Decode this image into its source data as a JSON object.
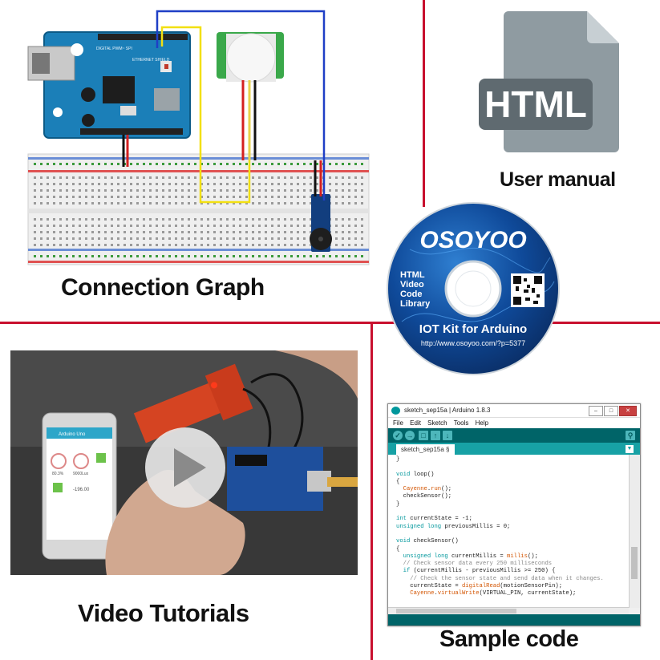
{
  "captions": {
    "connection": "Connection Graph",
    "manual": "User manual",
    "video": "Video Tutorials",
    "sample": "Sample code"
  },
  "html_icon": {
    "label": "HTML"
  },
  "board": {
    "top_text": "DIGITAL PWM~ SPI",
    "shield_label": "ETHERNET SHIELD"
  },
  "cd": {
    "brand": "OSOYOO",
    "tags": [
      "HTML",
      "Video",
      "Code",
      "Library"
    ],
    "product": "IOT Kit for Arduino",
    "url": "http://www.osoyoo.com/?p=5377"
  },
  "phone": {
    "app_title": "Arduino Uno",
    "gauge1": "80.3%",
    "gauge2": "9000Lux",
    "value": "-196.00"
  },
  "ide": {
    "title": "sketch_sep15a | Arduino 1.8.3",
    "menus": [
      "File",
      "Edit",
      "Sketch",
      "Tools",
      "Help"
    ],
    "tab": "sketch_sep15a §",
    "code_lines": [
      "}",
      "",
      "void loop()",
      "{",
      "  Cayenne.run();",
      "  checkSensor();",
      "}",
      "",
      "int currentState = -1;",
      "unsigned long previousMillis = 0;",
      "",
      "void checkSensor()",
      "{",
      "  unsigned long currentMillis = millis();",
      "  // Check sensor data every 250 milliseconds",
      "  if (currentMillis - previousMillis >= 250) {",
      "    // Check the sensor state and send data when it changes.",
      "    currentState = digitalRead(motionSensorPin);",
      "    Cayenne.virtualWrite(VIRTUAL_PIN, currentState);"
    ]
  },
  "colors": {
    "divider": "#c8102e",
    "arduino_teal": "#00979c",
    "board_blue": "#0d6fa8"
  }
}
